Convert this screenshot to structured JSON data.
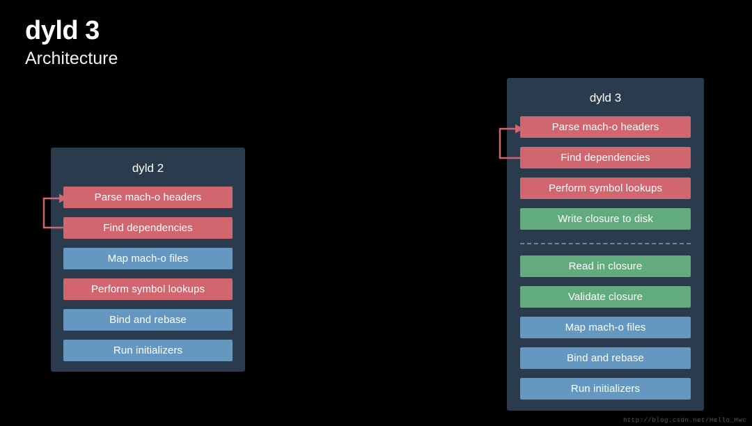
{
  "slide": {
    "title": "dyld 3",
    "subtitle": "Architecture",
    "background_color": "#000000"
  },
  "colors": {
    "panel_background": "#2a3b4d",
    "red": "#d2666f",
    "blue": "#6498c0",
    "green": "#62ab7c",
    "arrow": "#d2666f",
    "divider": "#7f94a6",
    "text": "#ffffff"
  },
  "panels": [
    {
      "id": "dyld2",
      "title": "dyld 2",
      "rows": [
        {
          "label": "Parse mach-o headers",
          "color": "red"
        },
        {
          "label": "Find dependencies",
          "color": "red"
        },
        {
          "label": "Map mach-o files",
          "color": "blue"
        },
        {
          "label": "Perform symbol lookups",
          "color": "red"
        },
        {
          "label": "Bind and rebase",
          "color": "blue"
        },
        {
          "label": "Run initializers",
          "color": "blue"
        }
      ],
      "loop_arrow": {
        "from_row": "Find dependencies",
        "to_row": "Parse mach-o headers",
        "name": "loop-back-arrow"
      }
    },
    {
      "id": "dyld3",
      "title": "dyld 3",
      "rows": [
        {
          "label": "Parse mach-o headers",
          "color": "red"
        },
        {
          "label": "Find dependencies",
          "color": "red"
        },
        {
          "label": "Perform symbol lookups",
          "color": "red"
        },
        {
          "label": "Write closure to disk",
          "color": "green"
        },
        {
          "label": "__DIVIDER__",
          "color": "divider"
        },
        {
          "label": "Read in closure",
          "color": "green"
        },
        {
          "label": "Validate closure",
          "color": "green"
        },
        {
          "label": "Map mach-o files",
          "color": "blue"
        },
        {
          "label": "Bind and rebase",
          "color": "blue"
        },
        {
          "label": "Run initializers",
          "color": "blue"
        }
      ],
      "loop_arrow": {
        "from_row": "Find dependencies",
        "to_row": "Parse mach-o headers",
        "name": "loop-back-arrow"
      }
    }
  ],
  "watermark": {
    "text": "http://blog.csdn.net/Hello_Hwc"
  }
}
